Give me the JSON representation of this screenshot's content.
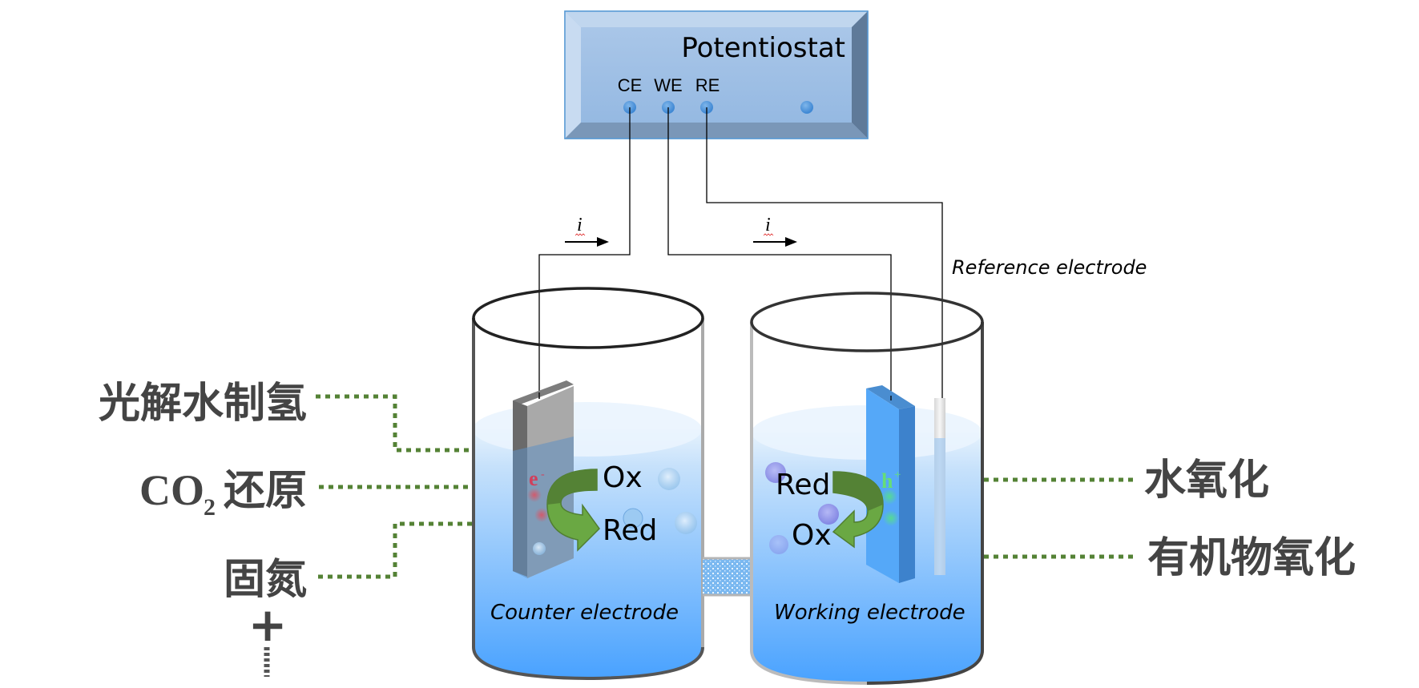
{
  "potentiostat": {
    "title": "Potentiostat",
    "terminals": [
      "CE",
      "WE",
      "RE"
    ]
  },
  "current_labels": [
    "i",
    "i"
  ],
  "reference_electrode_label": "Reference electrode",
  "counter_cell": {
    "label": "Counter electrode",
    "carrier": "e",
    "carrier_sign": "-",
    "reaction_from": "Ox",
    "reaction_to": "Red"
  },
  "working_cell": {
    "label": "Working electrode",
    "carrier": "h",
    "carrier_sign": "+",
    "reaction_from": "Red",
    "reaction_to": "Ox"
  },
  "left_applications": {
    "item1": "光解水制氢",
    "item2_prefix": "CO",
    "item2_sub": "2",
    "item2_suffix": "还原",
    "item3": "固氮",
    "more": "+"
  },
  "right_applications": {
    "item1": "水氧化",
    "item2": "有机物氧化"
  },
  "colors": {
    "box": "#9dbfe5",
    "liquid_top": "#d6e9fb",
    "liquid_bottom": "#4da6ff",
    "dotted_connector": "#548235",
    "arrow_green": "#5b8f38",
    "electron": "#d0405c",
    "hole": "#66dd77",
    "working_electrode": "#4aa3f5",
    "counter_electrode": "#8a8a8a"
  }
}
